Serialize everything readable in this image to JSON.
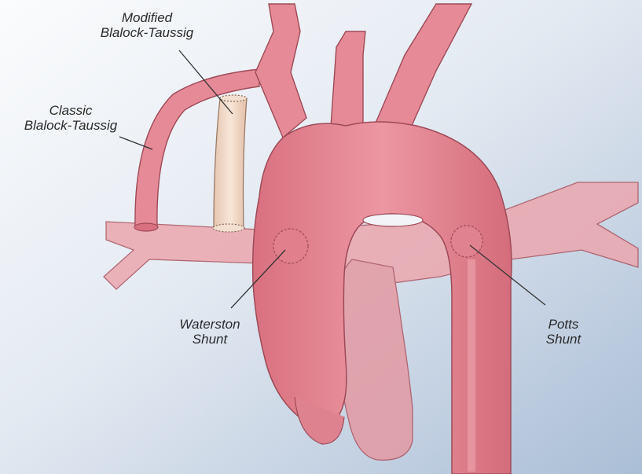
{
  "labels": {
    "modified_bt": {
      "line1": "Modified",
      "line2": "Blalock-Taussig"
    },
    "classic_bt": {
      "line1": "Classic",
      "line2": "Blalock-Taussig"
    },
    "waterston": {
      "line1": "Waterston",
      "line2": "Shunt"
    },
    "potts": {
      "line1": "Potts",
      "line2": "Shunt"
    }
  },
  "colors": {
    "background_light": "#f6f8fb",
    "background_dark": "#b7c9de",
    "vessel": "#e58a96",
    "vessel_dark": "#c9606f",
    "vessel_outline": "#9e4a57",
    "graft": "#f1d9c7",
    "pulmonary": "#e9a3a8",
    "leader_line": "#333333"
  }
}
